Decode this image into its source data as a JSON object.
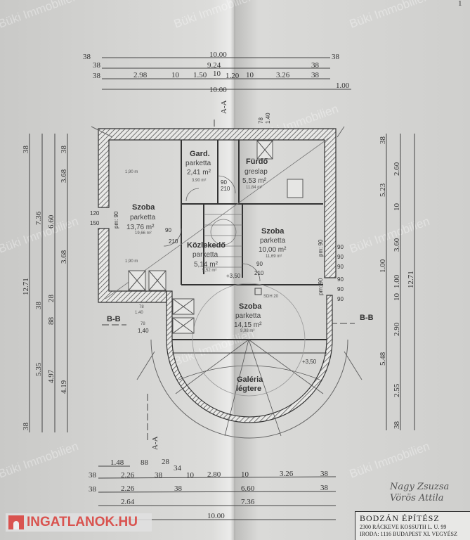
{
  "top_dims": {
    "row1": [
      "10.00",
      "38",
      "38"
    ],
    "row2": [
      "38",
      "9.24",
      "38"
    ],
    "row3": [
      "38",
      "2.98",
      "10",
      "1.50",
      "10",
      "1.20",
      "10",
      "3.26",
      "38"
    ],
    "row4": [
      "10.00",
      "1.00"
    ]
  },
  "section_markers": {
    "aa": "A-A",
    "bb": "B-B",
    "door_top": [
      "78",
      "1.40"
    ]
  },
  "left_dims": {
    "col1": [
      "38",
      "12.71",
      "38"
    ],
    "col2": [
      "7.36",
      "38",
      "5.35"
    ],
    "col3": [
      "6.60",
      "28",
      "88",
      "4.97"
    ],
    "col4": [
      "38",
      "3.68",
      "3.68",
      "4.19"
    ]
  },
  "right_dims": {
    "col1": [
      "38",
      "5.23",
      "2.60",
      "10",
      "3.60",
      "1.00",
      "1.00",
      "10",
      "2.90",
      "2.55",
      "38"
    ],
    "col2": [
      "12.71",
      "5.48"
    ]
  },
  "rooms": [
    {
      "name": "Szoba",
      "floor": "parketta",
      "area": "13,76 m²",
      "sub": "19,66 m²"
    },
    {
      "name": "Gard.",
      "floor": "parketta",
      "area": "2,41 m²",
      "sub": "3,90 m²"
    },
    {
      "name": "Fürdő",
      "floor": "greslap",
      "area": "5,53 m²",
      "sub": "11,84 m²"
    },
    {
      "name": "Szoba",
      "floor": "parketta",
      "area": "10,00 m²",
      "sub": "11,69 m²"
    },
    {
      "name": "Közlekedő",
      "floor": "parketta",
      "area": "5,14 m²",
      "sub": "5,52 m²"
    },
    {
      "name": "Szoba",
      "floor": "parketta",
      "area": "14,15 m²",
      "sub": "9,98 m²"
    },
    {
      "name": "Galéria",
      "floor": "légtere"
    }
  ],
  "annotations": {
    "height1": "1,90 m",
    "height2": "1,90 m",
    "level1": "+3,50",
    "level2": "+3,50",
    "door_w": "90",
    "door_h": "210",
    "pm": "pm: 90",
    "sdh": "SDH 20",
    "win_left": [
      "120",
      "150"
    ],
    "small_dims": [
      "78",
      "1,40",
      "78",
      "1,40"
    ]
  },
  "bottom_dims": {
    "row1": [
      "1.48",
      "88",
      "28",
      "34"
    ],
    "row2": [
      "38",
      "2.26",
      "38",
      "10",
      "2.80",
      "10",
      "3.26",
      "38"
    ],
    "row3": [
      "38",
      "2.26",
      "38",
      "6.60",
      "38"
    ],
    "row4": [
      "2.64",
      "7.36"
    ],
    "row5": [
      "10.00"
    ]
  },
  "watermark": "Büki Immobilien",
  "logo": "INGATLANOK.HU",
  "signature": [
    "Nagy Zsuzsa",
    "Vörös Attila"
  ],
  "stamp": {
    "title": "BODZÁN ÉPÍTÉSZ",
    "line1": "2300 RÁCKEVE KOSSUTH L. U. 99",
    "line2": "IRODA: 1116 BUDAPEST XI. VEGYÉSZ"
  },
  "corner_mark": "1"
}
